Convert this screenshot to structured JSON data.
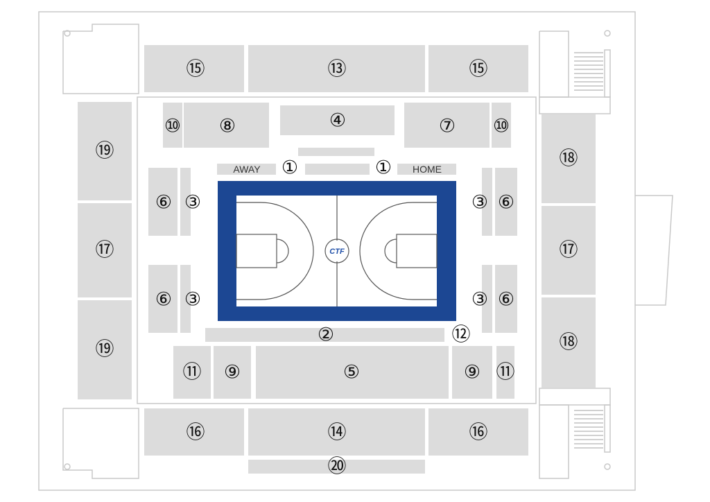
{
  "sections": {
    "s1": "①",
    "s2": "②",
    "s3": "③",
    "s4": "④",
    "s5": "⑤",
    "s6": "⑥",
    "s7": "⑦",
    "s8": "⑧",
    "s9": "⑨",
    "s10": "⑩",
    "s11": "⑪",
    "s12": "⑫",
    "s13": "⑬",
    "s14": "⑭",
    "s15": "⑮",
    "s16": "⑯",
    "s17": "⑰",
    "s18": "⑱",
    "s19": "⑲",
    "s20": "⑳"
  },
  "bench": {
    "away": "AWAY",
    "home": "HOME"
  },
  "court": {
    "logo": "CTF"
  },
  "colors": {
    "court_border": "#1c4793",
    "court_floor": "#ffffff",
    "seat_block": "#dcdcdc",
    "logo_blue": "#2050a8",
    "logo_red": "#d8202a"
  }
}
